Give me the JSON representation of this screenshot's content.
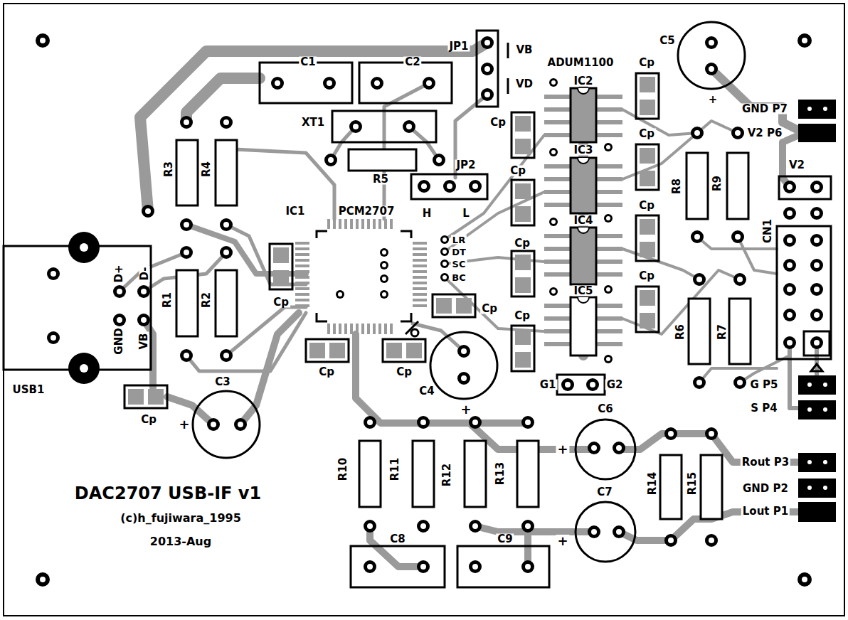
{
  "diagram": {
    "title": "DAC2707 USB-IF v1",
    "labels": [
      "JP1",
      "VB",
      "VD",
      "ADUM1100",
      "C5",
      "C1",
      "C2",
      "Cp",
      "IC2",
      "+",
      "GND P7",
      "XT1",
      "Cp",
      "Cp",
      "V2 P6",
      "IC3",
      "R3",
      "R4",
      "R5",
      "JP2",
      "Cp",
      "V2",
      "R8",
      "R9",
      "Cp",
      "H",
      "L",
      "IC1",
      "PCM2707",
      "IC4",
      "CN1",
      "LR",
      "DT",
      "SC",
      "BC",
      "Cp",
      "D+",
      "D-",
      "Cp",
      "IC5",
      "R1",
      "R2",
      "Cp",
      "Cp",
      "Cp",
      "R6",
      "R7",
      "GND",
      "VB",
      "Cp",
      "Cp",
      "G1",
      "G2",
      "G P5",
      "USB1",
      "C3",
      "C4",
      "S P4",
      "+",
      "C6",
      "Cp",
      "+",
      "+",
      "Rout P3",
      "R10",
      "R11",
      "R12",
      "R13",
      "R14",
      "R15",
      "GND P2",
      "C7",
      "Lout P1",
      "(c)h_fujiwara_1995",
      "+",
      "C8",
      "C9",
      "2013-Aug"
    ]
  }
}
